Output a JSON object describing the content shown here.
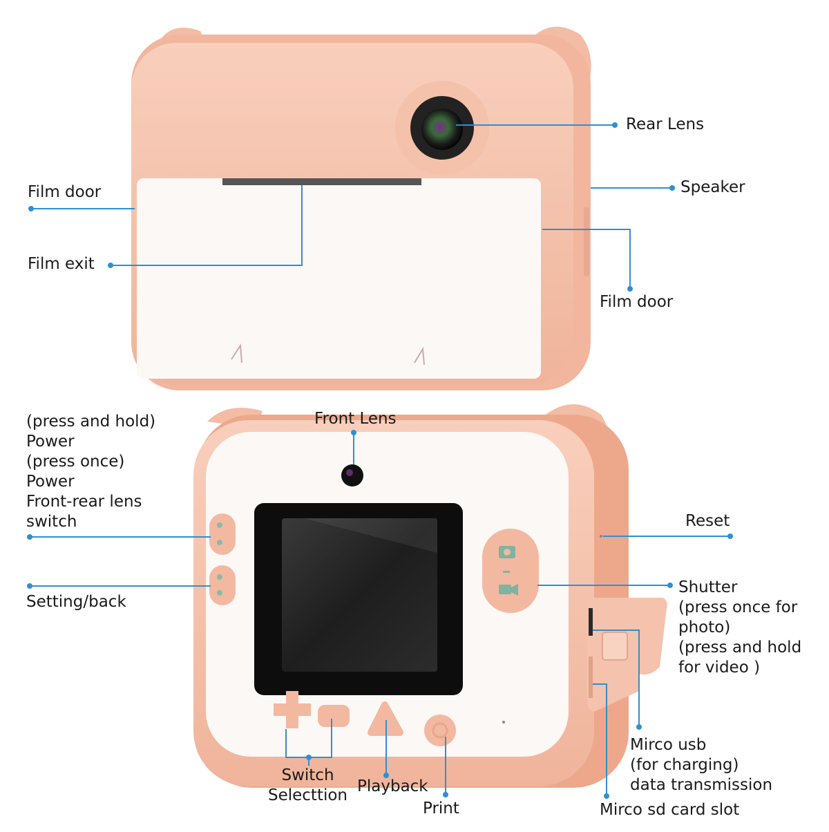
{
  "labels": {
    "rear_lens": "Rear Lens",
    "speaker": "Speaker",
    "film_door_left": "Film door",
    "film_exit": "Film exit",
    "film_door_right": "Film door",
    "front_lens": "Front Lens",
    "power_lines": [
      "(press and hold)",
      "Power",
      "(press once)",
      "Power",
      "Front-rear lens",
      "switch"
    ],
    "setting_back": "Setting/back",
    "reset": "Reset",
    "shutter_lines": [
      "Shutter",
      "(press once for",
      "photo)",
      "(press and hold",
      "for video )"
    ],
    "micro_usb_lines": [
      "Mirco usb",
      "(for charging)",
      "data transmission"
    ],
    "micro_sd": "Mirco sd card slot",
    "switch_selection_lines": [
      "Switch",
      "Selecttion"
    ],
    "playback": "Playback",
    "print": "Print"
  },
  "colors": {
    "body_pink": "#f5c2ac",
    "body_shadow": "#e9a98e",
    "panel_white": "#fbf8f6",
    "callout_line": "#2f8fd0",
    "screen_black": "#111111",
    "screen_glass": "#2a2a2a"
  }
}
